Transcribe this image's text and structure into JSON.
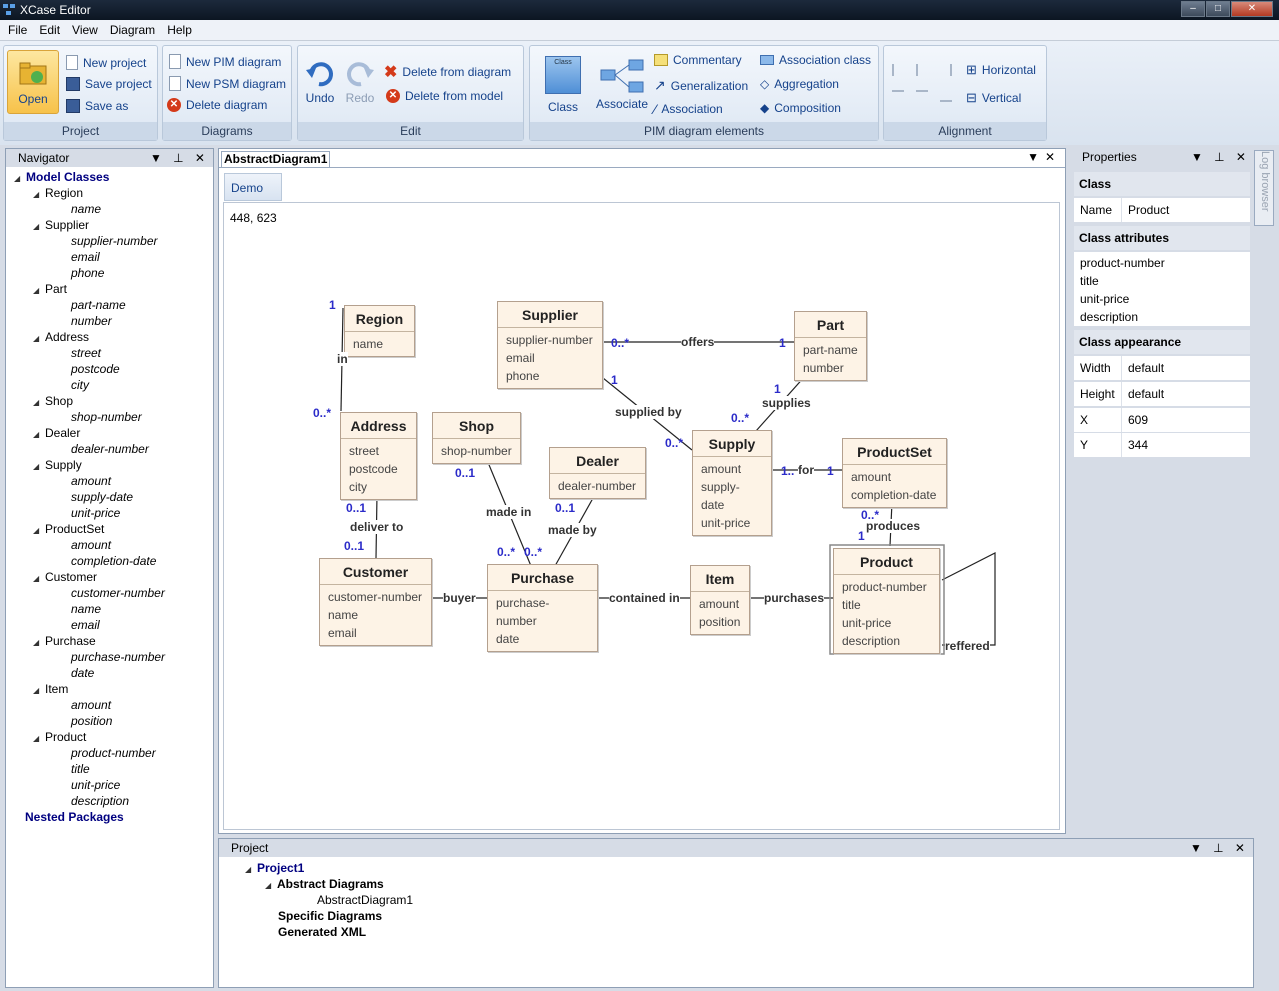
{
  "window": {
    "title": "XCase Editor"
  },
  "menu": [
    "File",
    "Edit",
    "View",
    "Diagram",
    "Help"
  ],
  "ribbon": {
    "project": {
      "label": "Project",
      "open": "Open",
      "new_project": "New project",
      "save_project": "Save project",
      "save_as": "Save as"
    },
    "diagrams": {
      "label": "Diagrams",
      "new_pim": "New PIM diagram",
      "new_psm": "New PSM diagram",
      "delete": "Delete diagram"
    },
    "edit": {
      "label": "Edit",
      "undo": "Undo",
      "redo": "Redo",
      "delete_from_diagram": "Delete from diagram",
      "delete_from_model": "Delete from model"
    },
    "pim": {
      "label": "PIM diagram elements",
      "class": "Class",
      "class_icon_text": "Class",
      "associate": "Associate",
      "commentary": "Commentary",
      "generalization": "Generalization",
      "association": "Association",
      "association_class": "Association class",
      "aggregation": "Aggregation",
      "composition": "Composition"
    },
    "alignment": {
      "label": "Alignment",
      "horizontal": "Horizontal",
      "vertical": "Vertical"
    }
  },
  "navigator": {
    "title": "Navigator",
    "root": "Model Classes",
    "classes": [
      {
        "name": "Region",
        "attrs": [
          "name"
        ]
      },
      {
        "name": "Supplier",
        "attrs": [
          "supplier-number",
          "email",
          "phone"
        ]
      },
      {
        "name": "Part",
        "attrs": [
          "part-name",
          "number"
        ]
      },
      {
        "name": "Address",
        "attrs": [
          "street",
          "postcode",
          "city"
        ]
      },
      {
        "name": "Shop",
        "attrs": [
          "shop-number"
        ]
      },
      {
        "name": "Dealer",
        "attrs": [
          "dealer-number"
        ]
      },
      {
        "name": "Supply",
        "attrs": [
          "amount",
          "supply-date",
          "unit-price"
        ]
      },
      {
        "name": "ProductSet",
        "attrs": [
          "amount",
          "completion-date"
        ]
      },
      {
        "name": "Customer",
        "attrs": [
          "customer-number",
          "name",
          "email"
        ]
      },
      {
        "name": "Purchase",
        "attrs": [
          "purchase-number",
          "date"
        ]
      },
      {
        "name": "Item",
        "attrs": [
          "amount",
          "position"
        ]
      },
      {
        "name": "Product",
        "attrs": [
          "product-number",
          "title",
          "unit-price",
          "description"
        ]
      }
    ],
    "nested": "Nested Packages"
  },
  "document": {
    "tab": "AbstractDiagram1",
    "subtab": "Demo",
    "coords": "448, 623"
  },
  "diagram": {
    "classes": {
      "region": {
        "name": "Region",
        "attrs": [
          "name"
        ]
      },
      "supplier": {
        "name": "Supplier",
        "attrs": [
          "supplier-number",
          "email",
          "phone"
        ]
      },
      "part": {
        "name": "Part",
        "attrs": [
          "part-name",
          "number"
        ]
      },
      "address": {
        "name": "Address",
        "attrs": [
          "street",
          "postcode",
          "city"
        ]
      },
      "shop": {
        "name": "Shop",
        "attrs": [
          "shop-number"
        ]
      },
      "dealer": {
        "name": "Dealer",
        "attrs": [
          "dealer-number"
        ]
      },
      "supply": {
        "name": "Supply",
        "attrs": [
          "amount",
          "supply-date",
          "unit-price"
        ]
      },
      "productset": {
        "name": "ProductSet",
        "attrs": [
          "amount",
          "completion-date"
        ]
      },
      "customer": {
        "name": "Customer",
        "attrs": [
          "customer-number",
          "name",
          "email"
        ]
      },
      "purchase": {
        "name": "Purchase",
        "attrs": [
          "purchase-number",
          "date"
        ]
      },
      "item": {
        "name": "Item",
        "attrs": [
          "amount",
          "position"
        ]
      },
      "product": {
        "name": "Product",
        "attrs": [
          "product-number",
          "title",
          "unit-price",
          "description"
        ]
      }
    },
    "labels": {
      "in": "in",
      "offers": "offers",
      "supplied_by": "supplied by",
      "supplies": "supplies",
      "for": "for",
      "deliver_to": "deliver to",
      "made_in": "made in",
      "made_by": "made by",
      "produces": "produces",
      "buyer": "buyer",
      "contained_in": "contained in",
      "purchases": "purchases",
      "reffered": "reffered"
    },
    "mults": {
      "m1": "1",
      "m0s": "0..*",
      "m01": "0..1",
      "m1dots": "1.."
    }
  },
  "properties": {
    "title": "Properties",
    "section_class": "Class",
    "name_key": "Name",
    "name_val": "Product",
    "section_attrs": "Class attributes",
    "attrs": [
      "product-number",
      "title",
      "unit-price",
      "description"
    ],
    "section_appearance": "Class appearance",
    "width_key": "Width",
    "width_val": "default",
    "height_key": "Height",
    "height_val": "default",
    "x_key": "X",
    "x_val": "609",
    "y_key": "Y",
    "y_val": "344"
  },
  "log_browser": "Log browser",
  "project_panel": {
    "title": "Project",
    "root": "Project1",
    "abstract": "Abstract Diagrams",
    "abstract_child": "AbstractDiagram1",
    "specific": "Specific Diagrams",
    "xml": "Generated XML"
  }
}
